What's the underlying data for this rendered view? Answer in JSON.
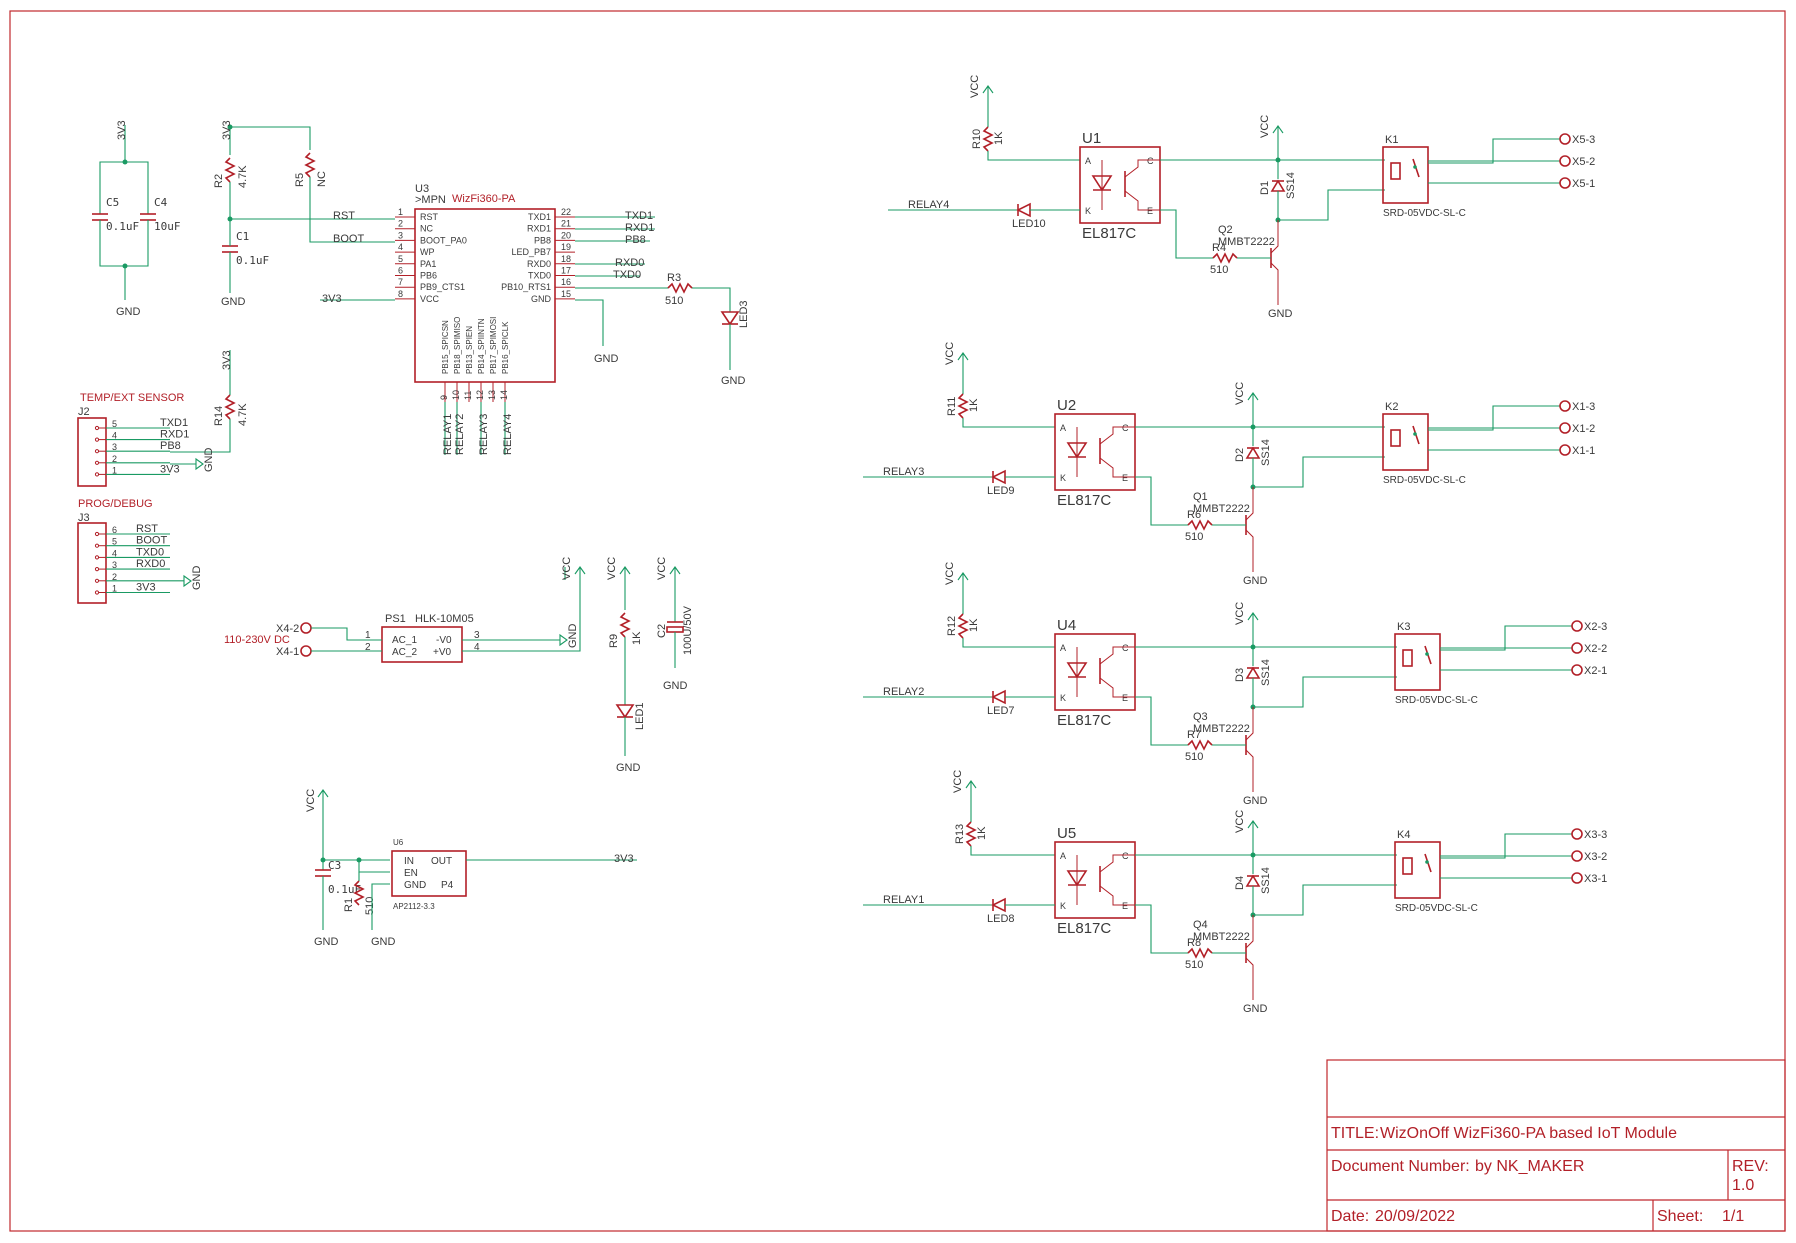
{
  "mcu": {
    "ref": "U3",
    "value": ">MPN",
    "name": "WizFi360-PA",
    "pins_left": [
      {
        "num": "1",
        "name": "RST",
        "net": "RST"
      },
      {
        "num": "2",
        "name": "NC",
        "net": ""
      },
      {
        "num": "3",
        "name": "BOOT_PA0",
        "net": "BOOT"
      },
      {
        "num": "4",
        "name": "WP",
        "net": ""
      },
      {
        "num": "5",
        "name": "PA1",
        "net": ""
      },
      {
        "num": "6",
        "name": "PB6",
        "net": ""
      },
      {
        "num": "7",
        "name": "PB9_CTS1",
        "net": ""
      },
      {
        "num": "8",
        "name": "VCC",
        "net": "3V3"
      }
    ],
    "pins_right": [
      {
        "num": "22",
        "name": "TXD1",
        "net": "TXD1"
      },
      {
        "num": "21",
        "name": "RXD1",
        "net": "RXD1"
      },
      {
        "num": "20",
        "name": "PB8",
        "net": "PB8"
      },
      {
        "num": "19",
        "name": "LED_PB7",
        "net": ""
      },
      {
        "num": "18",
        "name": "RXD0",
        "net": "RXD0"
      },
      {
        "num": "17",
        "name": "TXD0",
        "net": "TXD0"
      },
      {
        "num": "16",
        "name": "PB10_RTS1",
        "net": ""
      },
      {
        "num": "15",
        "name": "GND",
        "net": ""
      }
    ],
    "pins_bottom": [
      {
        "num": "9",
        "name": "PB15_SPICSN",
        "net": "RELAY1"
      },
      {
        "num": "10",
        "name": "PB18_SPIMISO",
        "net": "RELAY2"
      },
      {
        "num": "11",
        "name": "PB13_SPIEN",
        "net": ""
      },
      {
        "num": "12",
        "name": "PB14_SPIINTN",
        "net": "RELAY3"
      },
      {
        "num": "13",
        "name": "PB17_SPIMOSI",
        "net": ""
      },
      {
        "num": "14",
        "name": "PB16_SPICLK",
        "net": "RELAY4"
      }
    ]
  },
  "passives": {
    "r2": {
      "ref": "R2",
      "value": "4.7K"
    },
    "r5": {
      "ref": "R5",
      "value": "NC"
    },
    "r14": {
      "ref": "R14",
      "value": "4.7K"
    },
    "r3": {
      "ref": "R3",
      "value": "510"
    },
    "r9": {
      "ref": "R9",
      "value": "1K"
    },
    "r1": {
      "ref": "R1",
      "value": "510"
    },
    "c1": {
      "ref": "C1",
      "value": "0.1uF"
    },
    "c3": {
      "ref": "C3",
      "value": "0.1uF"
    },
    "c4": {
      "ref": "C4",
      "value": "10uF"
    },
    "c5": {
      "ref": "C5",
      "value": "0.1uF"
    },
    "c2": {
      "ref": "C2",
      "value": "100U/50V"
    },
    "led3": "LED3",
    "led1": "LED1"
  },
  "nets": {
    "v33": "3V3",
    "vcc": "VCC",
    "gnd": "GND",
    "rst": "RST",
    "boot": "BOOT",
    "txd1": "TXD1",
    "rxd1": "RXD1",
    "pb8": "PB8",
    "rxd0": "RXD0",
    "txd0": "TXD0"
  },
  "j2": {
    "title": "TEMP/EXT SENSOR",
    "ref": "J2",
    "pins": [
      {
        "num": "5",
        "net": "TXD1"
      },
      {
        "num": "4",
        "net": "RXD1"
      },
      {
        "num": "3",
        "net": "PB8"
      },
      {
        "num": "2",
        "net": ""
      },
      {
        "num": "1",
        "net": "3V3"
      }
    ]
  },
  "j3": {
    "title": "PROG/DEBUG",
    "ref": "J3",
    "pins": [
      {
        "num": "6",
        "net": "RST"
      },
      {
        "num": "5",
        "net": "BOOT"
      },
      {
        "num": "4",
        "net": "TXD0"
      },
      {
        "num": "3",
        "net": "RXD0"
      },
      {
        "num": "2",
        "net": ""
      },
      {
        "num": "1",
        "net": "3V3"
      }
    ]
  },
  "psu": {
    "ref": "PS1",
    "name": "HLK-10M05",
    "pin1": "AC_1",
    "pin2": "AC_2",
    "pin3": "-V0",
    "pin4": "+V0",
    "input_label": "110-230V DC",
    "x4_2": "X4-2",
    "x4_1": "X4-1"
  },
  "ldo": {
    "ref": "U6",
    "name": "AP2112-3.3",
    "in": "IN",
    "en": "EN",
    "gnd": "GND",
    "out": "OUT",
    "p4": "P4"
  },
  "channels": [
    {
      "opto": "U1",
      "opto_name": "EL817C",
      "r_led": "R10",
      "r_led_val": "1K",
      "led": "LED10",
      "relay_in": "RELAY4",
      "diode": "D1",
      "diode_name": "SS14",
      "q": "Q2",
      "q_name": "MMBT2222",
      "rb": "R4",
      "rb_val": "510",
      "k": "K1",
      "k_name": "SRD-05VDC-SL-C",
      "x": [
        "X5-3",
        "X5-2",
        "X5-1"
      ]
    },
    {
      "opto": "U2",
      "opto_name": "EL817C",
      "r_led": "R11",
      "r_led_val": "1K",
      "led": "LED9",
      "relay_in": "RELAY3",
      "diode": "D2",
      "diode_name": "SS14",
      "q": "Q1",
      "q_name": "MMBT2222",
      "rb": "R6",
      "rb_val": "510",
      "k": "K2",
      "k_name": "SRD-05VDC-SL-C",
      "x": [
        "X1-3",
        "X1-2",
        "X1-1"
      ]
    },
    {
      "opto": "U4",
      "opto_name": "EL817C",
      "r_led": "R12",
      "r_led_val": "1K",
      "led": "LED7",
      "relay_in": "RELAY2",
      "diode": "D3",
      "diode_name": "SS14",
      "q": "Q3",
      "q_name": "MMBT2222",
      "rb": "R7",
      "rb_val": "510",
      "k": "K3",
      "k_name": "SRD-05VDC-SL-C",
      "x": [
        "X2-3",
        "X2-2",
        "X2-1"
      ]
    },
    {
      "opto": "U5",
      "opto_name": "EL817C",
      "r_led": "R13",
      "r_led_val": "1K",
      "led": "LED8",
      "relay_in": "RELAY1",
      "diode": "D4",
      "diode_name": "SS14",
      "q": "Q4",
      "q_name": "MMBT2222",
      "rb": "R8",
      "rb_val": "510",
      "k": "K4",
      "k_name": "SRD-05VDC-SL-C",
      "x": [
        "X3-3",
        "X3-2",
        "X3-1"
      ]
    }
  ],
  "opto_pins": {
    "a": "A",
    "k": "K",
    "c": "C",
    "e": "E"
  },
  "title_block": {
    "title_label": "TITLE:",
    "title": "WizOnOff WizFi360-PA based IoT Module",
    "doc_label": "Document Number:",
    "doc": "by NK_MAKER",
    "rev_label": "REV:",
    "rev": "1.0",
    "date_label": "Date:",
    "date": "20/09/2022",
    "sheet_label": "Sheet:",
    "sheet": "1/1"
  }
}
